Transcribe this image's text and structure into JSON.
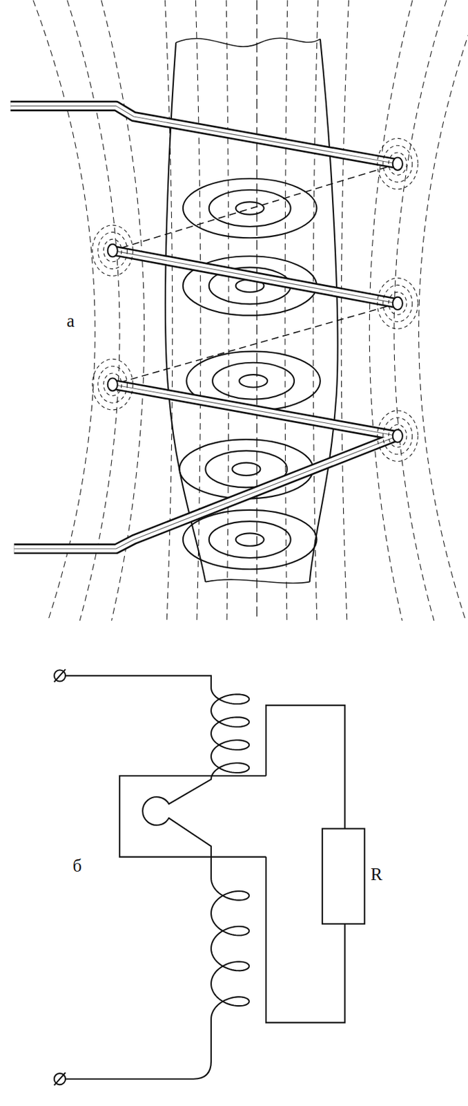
{
  "diagram": {
    "labels": [
      "а",
      "б",
      "R"
    ]
  }
}
